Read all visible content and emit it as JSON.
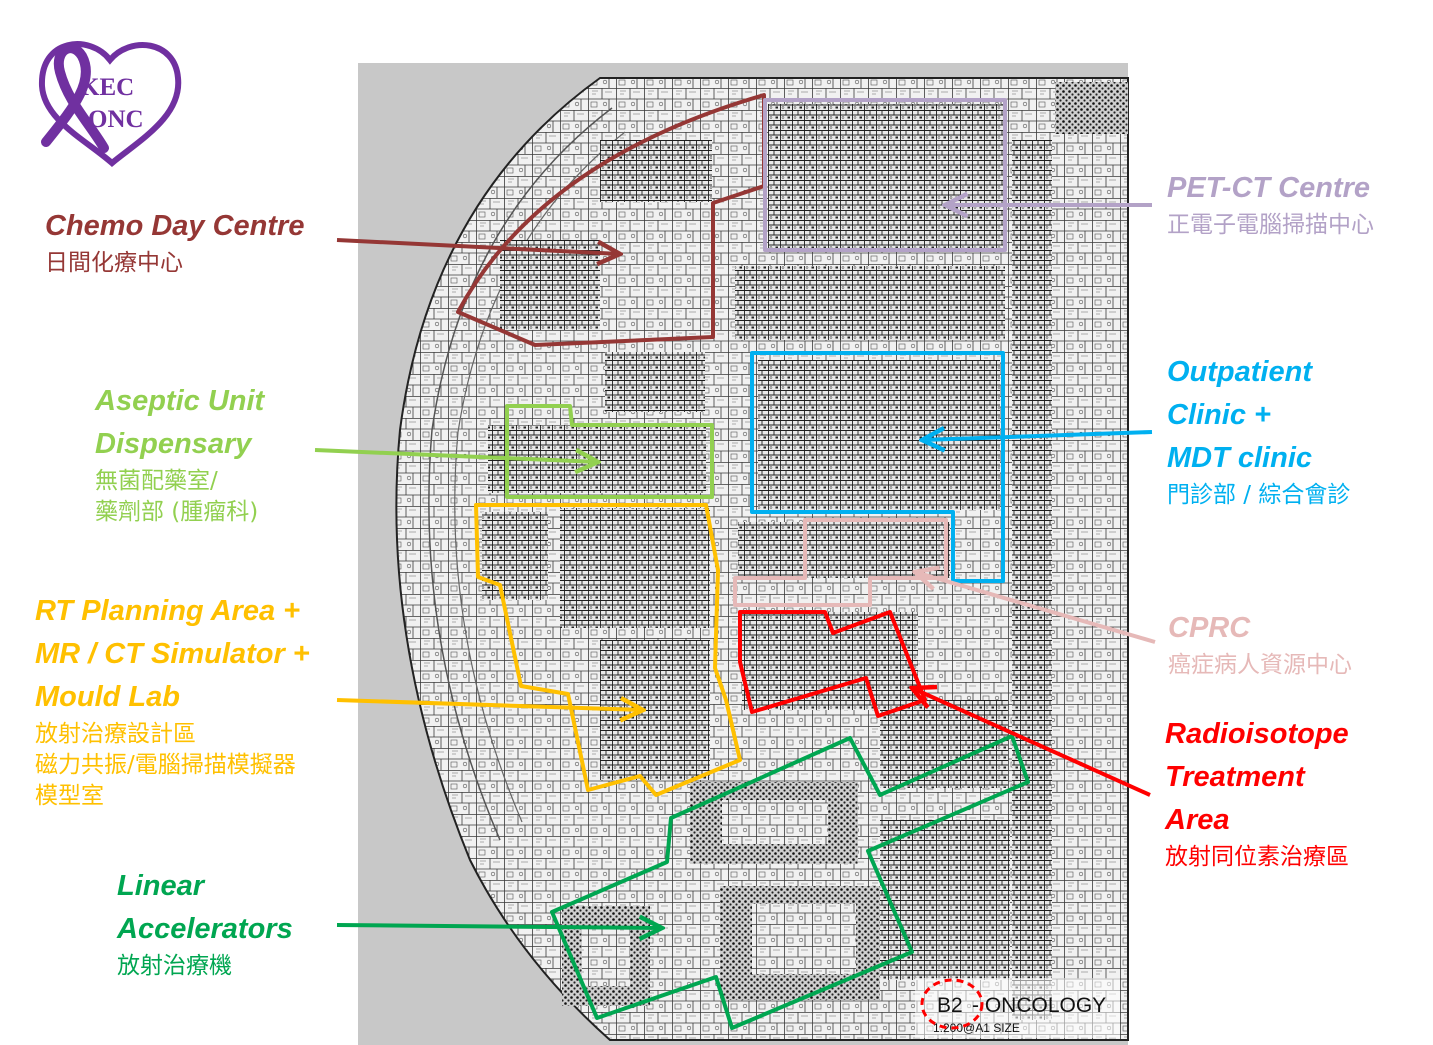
{
  "logo": {
    "line1": "KEC",
    "line2": "ONC",
    "color": "#7030a0"
  },
  "areas": {
    "chemo": {
      "en": [
        "Chemo Day Centre"
      ],
      "zh": [
        "日間化療中心"
      ],
      "color": "#953735"
    },
    "pet_ct": {
      "en": [
        "PET-CT Centre"
      ],
      "zh": [
        "正電子電腦掃描中心"
      ],
      "color": "#b3a2c7"
    },
    "outpatient": {
      "en": [
        "Outpatient",
        "Clinic +",
        "MDT clinic"
      ],
      "zh": [
        "門診部 / 綜合會診"
      ],
      "color": "#00b0f0"
    },
    "cprc": {
      "en": [
        "CPRC"
      ],
      "zh": [
        "癌症病人資源中心"
      ],
      "color": "#e6b9b8"
    },
    "radioisotope": {
      "en": [
        "Radioisotope",
        "Treatment",
        "Area"
      ],
      "zh": [
        "放射同位素治療區"
      ],
      "color": "#ff0000"
    },
    "aseptic": {
      "en": [
        "Aseptic Unit",
        "Dispensary"
      ],
      "zh": [
        "無菌配藥室/",
        "藥劑部 (腫瘤科)"
      ],
      "color": "#92d050"
    },
    "rt_planning": {
      "en": [
        "RT Planning Area +",
        "MR / CT Simulator +",
        "Mould Lab"
      ],
      "zh": [
        "放射治療設計區",
        "磁力共振/電腦掃描模擬器",
        "模型室"
      ],
      "color": "#ffc000"
    },
    "linac": {
      "en": [
        "Linear",
        "Accelerators"
      ],
      "zh": [
        "放射治療機"
      ],
      "color": "#00a651"
    }
  },
  "plan_label": {
    "floor": "B2",
    "title": "- ONCOLOGY",
    "scale": "1:200@A1 SIZE",
    "highlight_color": "#ff0000"
  }
}
